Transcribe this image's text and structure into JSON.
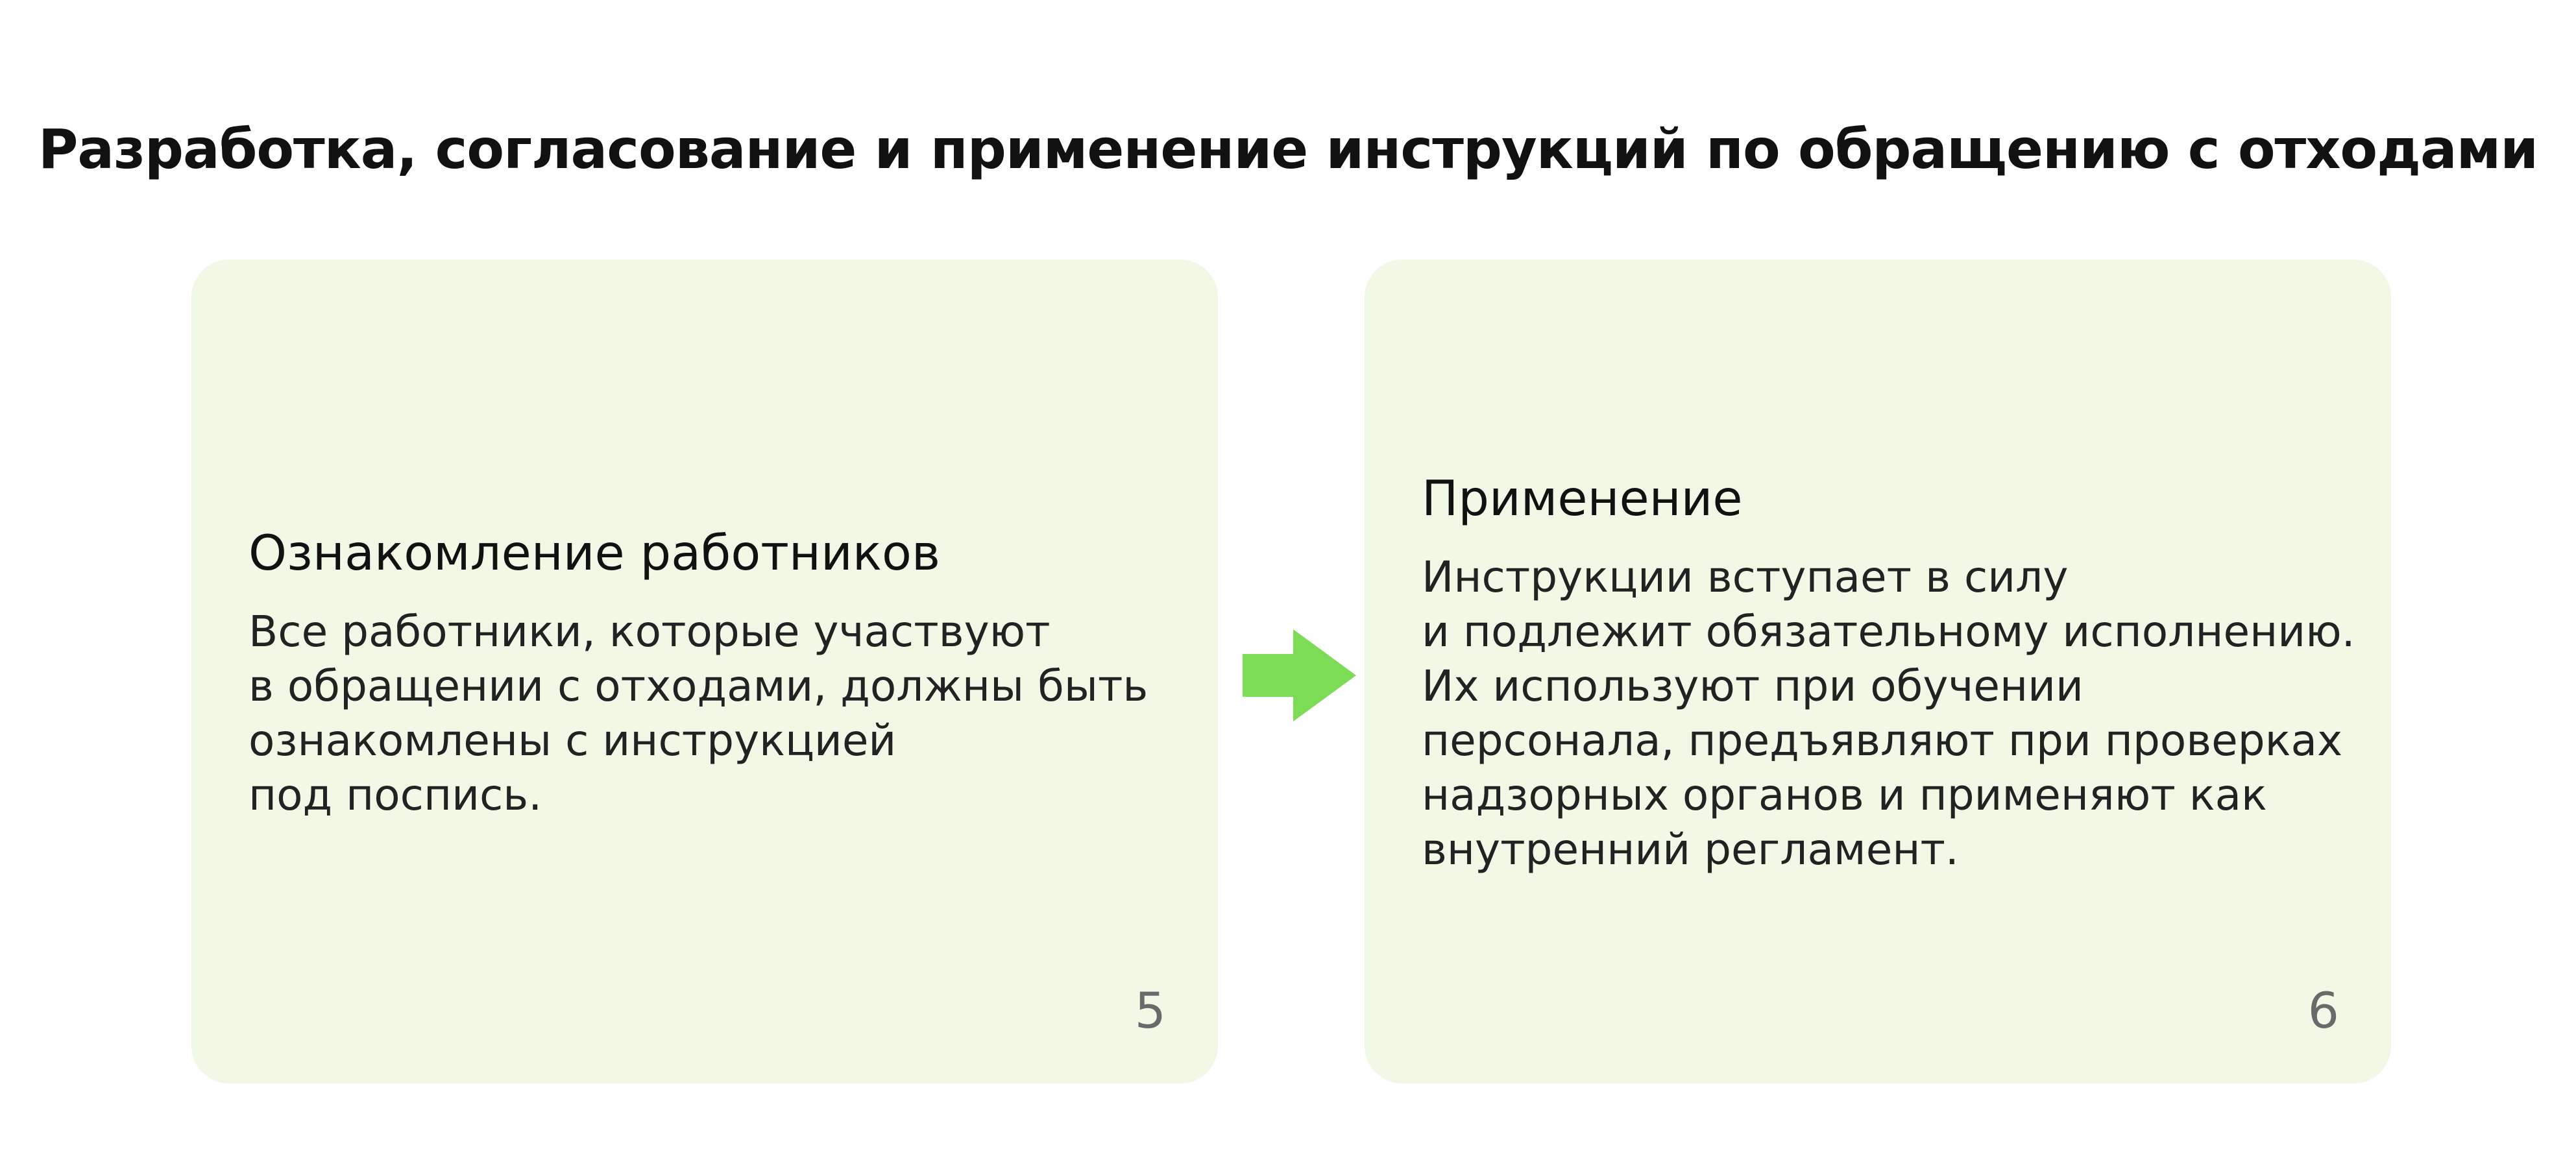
{
  "title": "Разработка, согласование и применение инструкций по обращению с отходами",
  "colors": {
    "card_background": "#f1f9e6",
    "arrow": "#7ddc55",
    "title_text": "#111111",
    "number_text": "#6a6a6a"
  },
  "arrow": {
    "icon": "arrow-right-icon"
  },
  "cards": [
    {
      "heading": "Ознакомление работников",
      "lines": [
        "Все работники, которые участвуют",
        "в обращении с отходами, должны быть",
        "ознакомлены с инструкцией",
        "под поспись."
      ],
      "number": "5"
    },
    {
      "heading": "Применение",
      "lines": [
        "Инструкции вступает в силу",
        "и подлежит обязательному исполнению.",
        "Их используют при обучении",
        "персонала, предъявляют при проверках",
        "надзорных органов и применяют как",
        "внутренний регламент."
      ],
      "number": "6"
    }
  ]
}
